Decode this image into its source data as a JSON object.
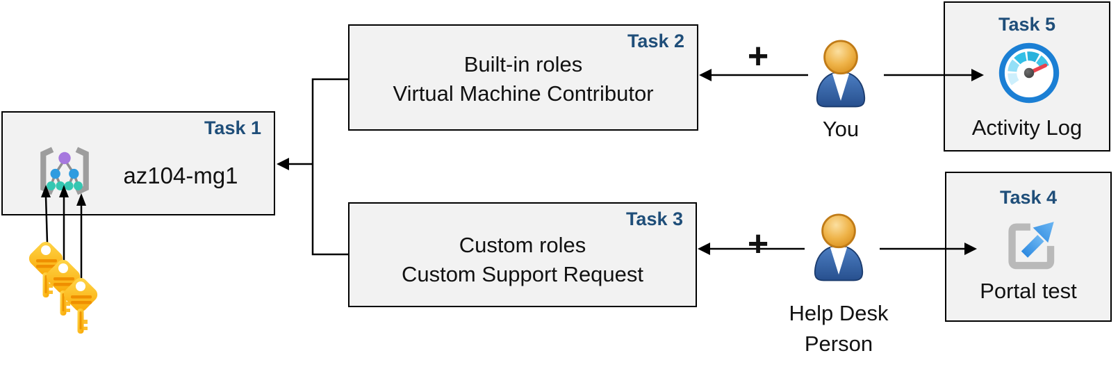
{
  "colors": {
    "background": "#ffffff",
    "box_fill": "#f2f2f2",
    "box_border": "#000000",
    "task_label_blue": "#1f4e79",
    "body_text": "#111111",
    "key_gold": "#fcb615",
    "person_body_blue": "#2d5d9f",
    "person_head_gold": "#eaa62f",
    "gauge_ring_blue": "#1b7fd4",
    "gauge_needle_red": "#e8434e",
    "portal_bracket_gray": "#b9b9b9",
    "portal_arrow_blue": "#3d97ec",
    "mg_purple": "#a678de",
    "mg_blue": "#2e9ce0",
    "mg_teal": "#35c7b2"
  },
  "task1": {
    "badge": "Task 1",
    "name": "az104-mg1"
  },
  "task2": {
    "badge": "Task 2",
    "line1": "Built-in roles",
    "line2": "Virtual Machine Contributor"
  },
  "task3": {
    "badge": "Task 3",
    "line1": "Custom roles",
    "line2": "Custom Support Request"
  },
  "task4": {
    "badge": "Task 4",
    "caption": "Portal test"
  },
  "task5": {
    "badge": "Task 5",
    "caption": "Activity Log"
  },
  "actors": {
    "you": {
      "label": "You"
    },
    "help_desk": {
      "label_line1": "Help Desk",
      "label_line2": "Person"
    }
  },
  "operators": {
    "plus_you": "+",
    "plus_help_desk": "+"
  }
}
